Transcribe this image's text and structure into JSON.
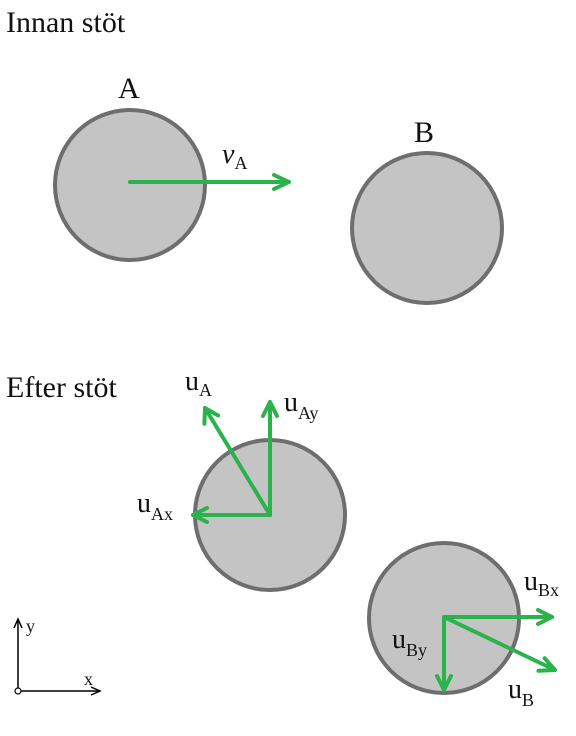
{
  "headings": {
    "before": "Innan stöt",
    "after": "Efter stöt"
  },
  "balls": {
    "a_label": "A",
    "b_label": "B"
  },
  "vectors": {
    "v_a": {
      "main": "v",
      "sub": "A"
    },
    "u_a": {
      "main": "u",
      "sub": "A"
    },
    "u_ay": {
      "main": "u",
      "sub": "Ay"
    },
    "u_ax": {
      "main": "u",
      "sub": "Ax"
    },
    "u_bx": {
      "main": "u",
      "sub": "Bx"
    },
    "u_by": {
      "main": "u",
      "sub": "By"
    },
    "u_b": {
      "main": "u",
      "sub": "B"
    }
  },
  "axes": {
    "x_label": "x",
    "y_label": "y"
  },
  "colors": {
    "vector": "#2bb24c",
    "disk_fill": "#c4c4c4",
    "disk_stroke": "#6e6e6e"
  }
}
